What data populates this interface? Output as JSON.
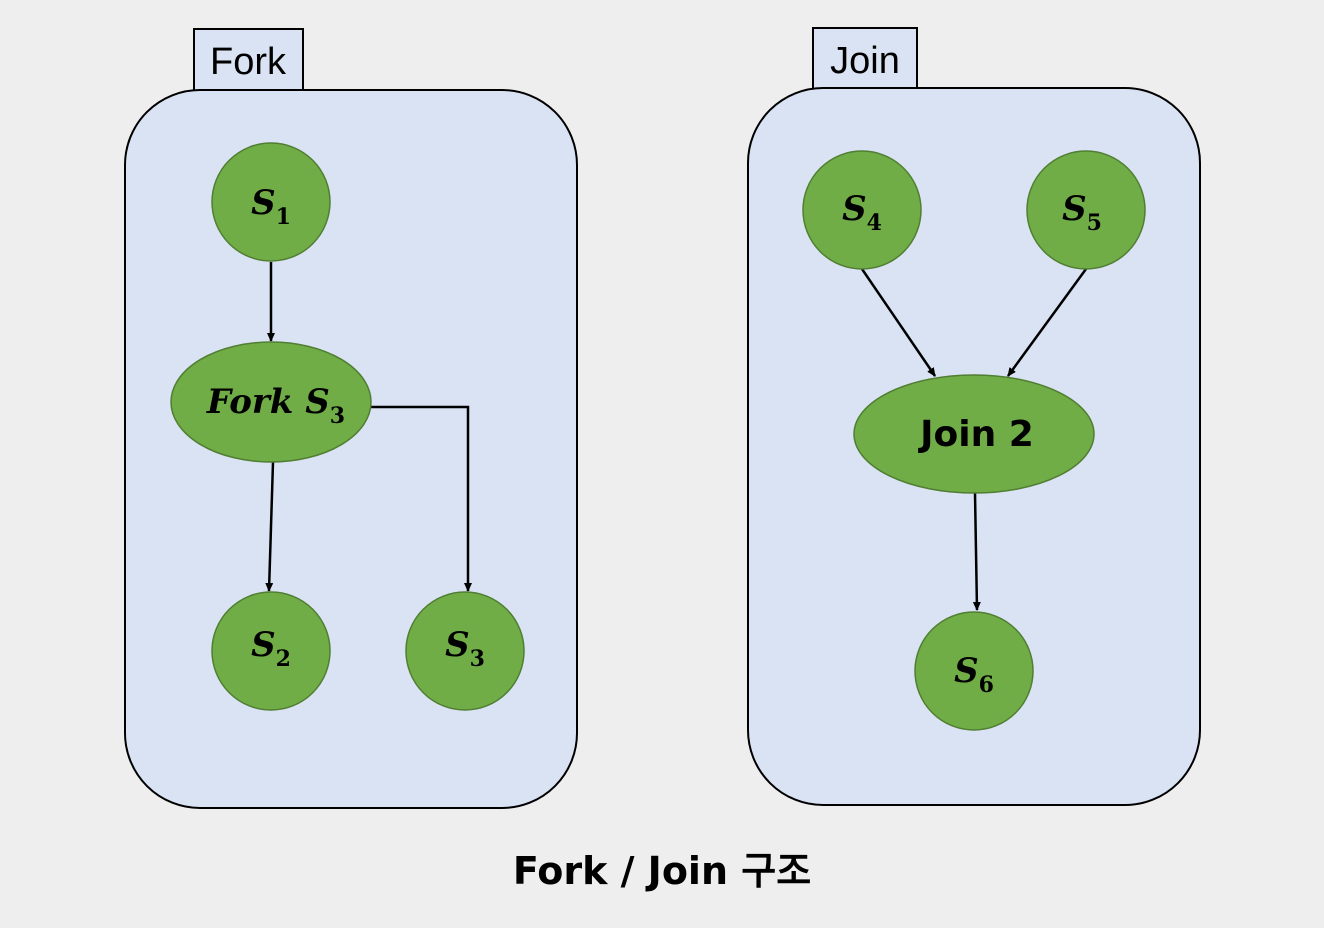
{
  "colors": {
    "background": "#eeeeee",
    "panel_fill": "#dae3f3",
    "node_fill": "#70ad47",
    "node_stroke": "#507e32",
    "line": "#000000"
  },
  "panels": {
    "fork": {
      "tab_label": "Fork"
    },
    "join": {
      "tab_label": "Join"
    }
  },
  "nodes": {
    "s1": {
      "var": "S",
      "sub": "1"
    },
    "fork_s3": {
      "prefix": "Fork ",
      "var": "S",
      "sub": "3"
    },
    "s2": {
      "var": "S",
      "sub": "2"
    },
    "s3": {
      "var": "S",
      "sub": "3"
    },
    "s4": {
      "var": "S",
      "sub": "4"
    },
    "s5": {
      "var": "S",
      "sub": "5"
    },
    "join2": {
      "label": "Join 2"
    },
    "s6": {
      "var": "S",
      "sub": "6"
    }
  },
  "caption": "Fork / Join 구조"
}
